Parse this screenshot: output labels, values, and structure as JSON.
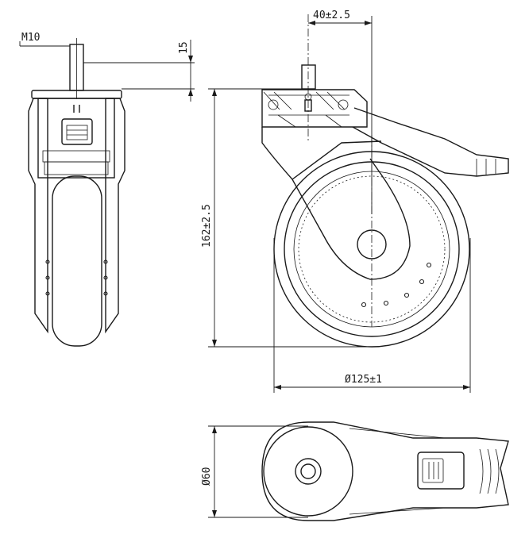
{
  "dimensions": {
    "thread": "M10",
    "shank_height": "15",
    "top_offset": "40±2.5",
    "total_height": "162±2.5",
    "wheel_diameter": "Ø125±1",
    "plate_diameter": "Ø60"
  }
}
